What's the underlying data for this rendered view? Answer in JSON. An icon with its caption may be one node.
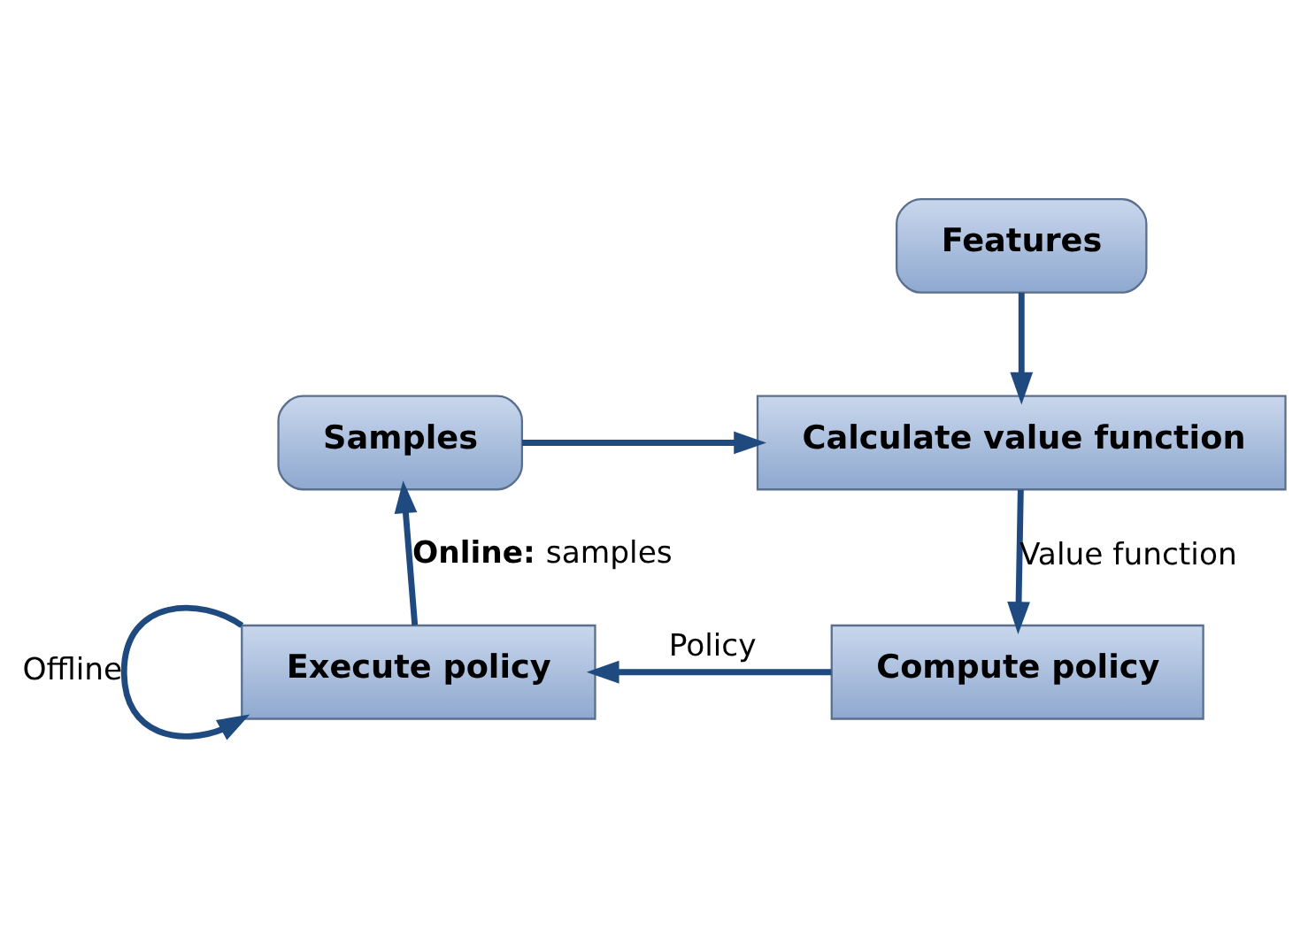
{
  "diagram": {
    "nodes": [
      {
        "text": [
          "Features"
        ]
      },
      {
        "text": [
          "Samples"
        ]
      },
      {
        "text": [
          "Calculate value function"
        ]
      },
      {
        "text": [
          "Compute policy"
        ]
      },
      {
        "text": [
          "Execute policy"
        ]
      }
    ],
    "edges": [
      {
        "from": 0,
        "to": 2,
        "arrow": "to"
      },
      {
        "from": 1,
        "to": 2,
        "arrow": "to"
      },
      {
        "from": 2,
        "to": 3,
        "arrow": "to",
        "label": "Value function"
      },
      {
        "from": 3,
        "to": 4,
        "arrow": "to",
        "label": "Policy"
      },
      {
        "from": 4,
        "to": 1,
        "arrow": "to",
        "label": "**Online:** samples"
      },
      {
        "from": 4,
        "to": 4,
        "arrow": "to",
        "label": "Offline"
      }
    ]
  }
}
